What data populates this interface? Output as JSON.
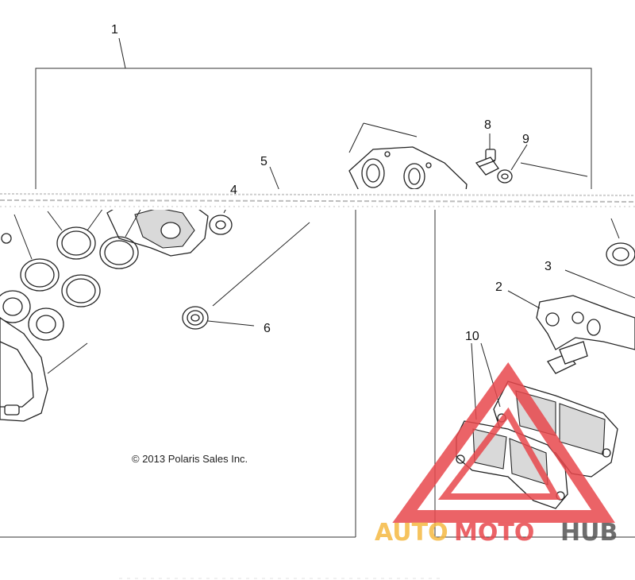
{
  "diagram": {
    "callouts": [
      {
        "id": "1",
        "label": "1"
      },
      {
        "id": "2",
        "label": "2"
      },
      {
        "id": "3",
        "label": "3"
      },
      {
        "id": "4",
        "label": "4"
      },
      {
        "id": "5",
        "label": "5"
      },
      {
        "id": "6",
        "label": "6"
      },
      {
        "id": "8",
        "label": "8"
      },
      {
        "id": "9",
        "label": "9"
      },
      {
        "id": "10",
        "label": "10"
      }
    ],
    "copyright": "© 2013 Polaris Sales Inc."
  },
  "watermark": {
    "text_part1": "AUTO",
    "text_part2": "MOTO",
    "text_part3": "HUB",
    "color1": "#f5b942",
    "color2": "#e8484d",
    "color3": "#555555",
    "logo_color": "#e8484d"
  }
}
